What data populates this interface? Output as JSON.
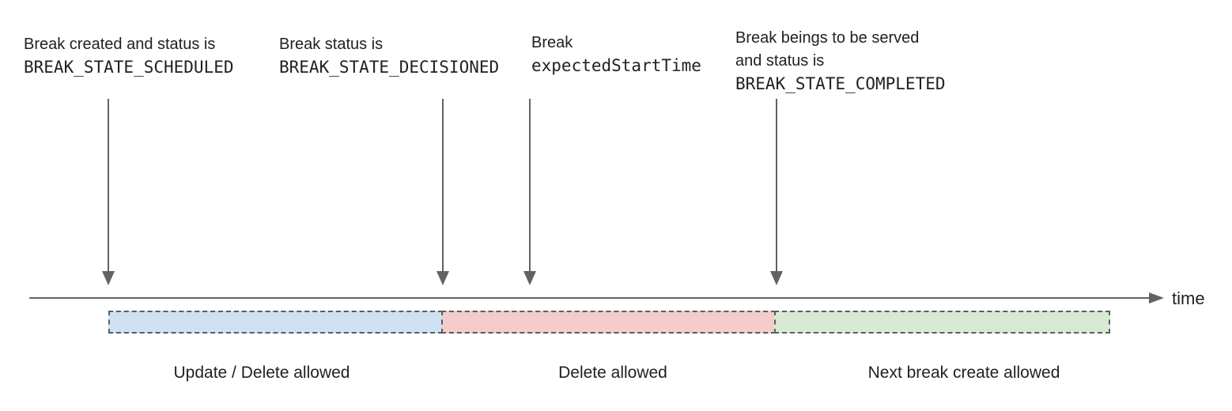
{
  "annotations": [
    {
      "text": "Break created and status is",
      "code": "BREAK_STATE_SCHEDULED"
    },
    {
      "text": "Break status is",
      "code": "BREAK_STATE_DECISIONED"
    },
    {
      "text": "Break",
      "code": "expectedStartTime"
    },
    {
      "text": "Break beings to be served\nand status is",
      "code": "BREAK_STATE_COMPLETED"
    }
  ],
  "timeline": {
    "axis_label": "time"
  },
  "segments": [
    {
      "label": "Update / Delete allowed",
      "color": "#cfe2f3"
    },
    {
      "label": "Delete allowed",
      "color": "#f4cccc"
    },
    {
      "label": "Next break create allowed",
      "color": "#d9ead3"
    }
  ],
  "colors": {
    "line": "#5f6368",
    "dash_border": "#5a5d61",
    "text": "#202124"
  }
}
